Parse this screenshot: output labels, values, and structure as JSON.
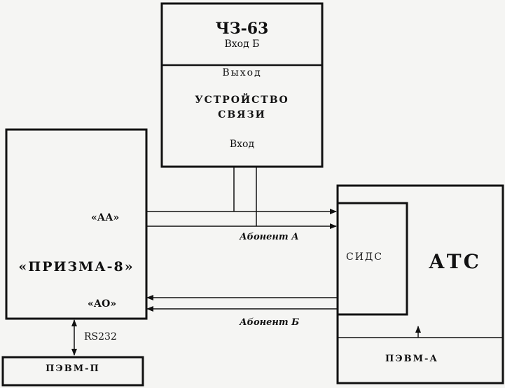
{
  "ch363": {
    "title": "ЧЗ-63",
    "input_b": "Вход Б"
  },
  "comm_device": {
    "output": "Выход",
    "title_line1": "УСТРОЙСТВО",
    "title_line2": "СВЯЗИ",
    "input": "Вход"
  },
  "prizma": {
    "aa": "«АА»",
    "title": "«ПРИЗМА-8»",
    "ao": "«АО»"
  },
  "rs232": "RS232",
  "pevm_p": "ПЭВМ-П",
  "abonent_a": "Абонент А",
  "abonent_b": "Абонент Б",
  "ats": {
    "sids": "СИДС",
    "title": "АТС",
    "pevm_a": "ПЭВМ-А"
  }
}
